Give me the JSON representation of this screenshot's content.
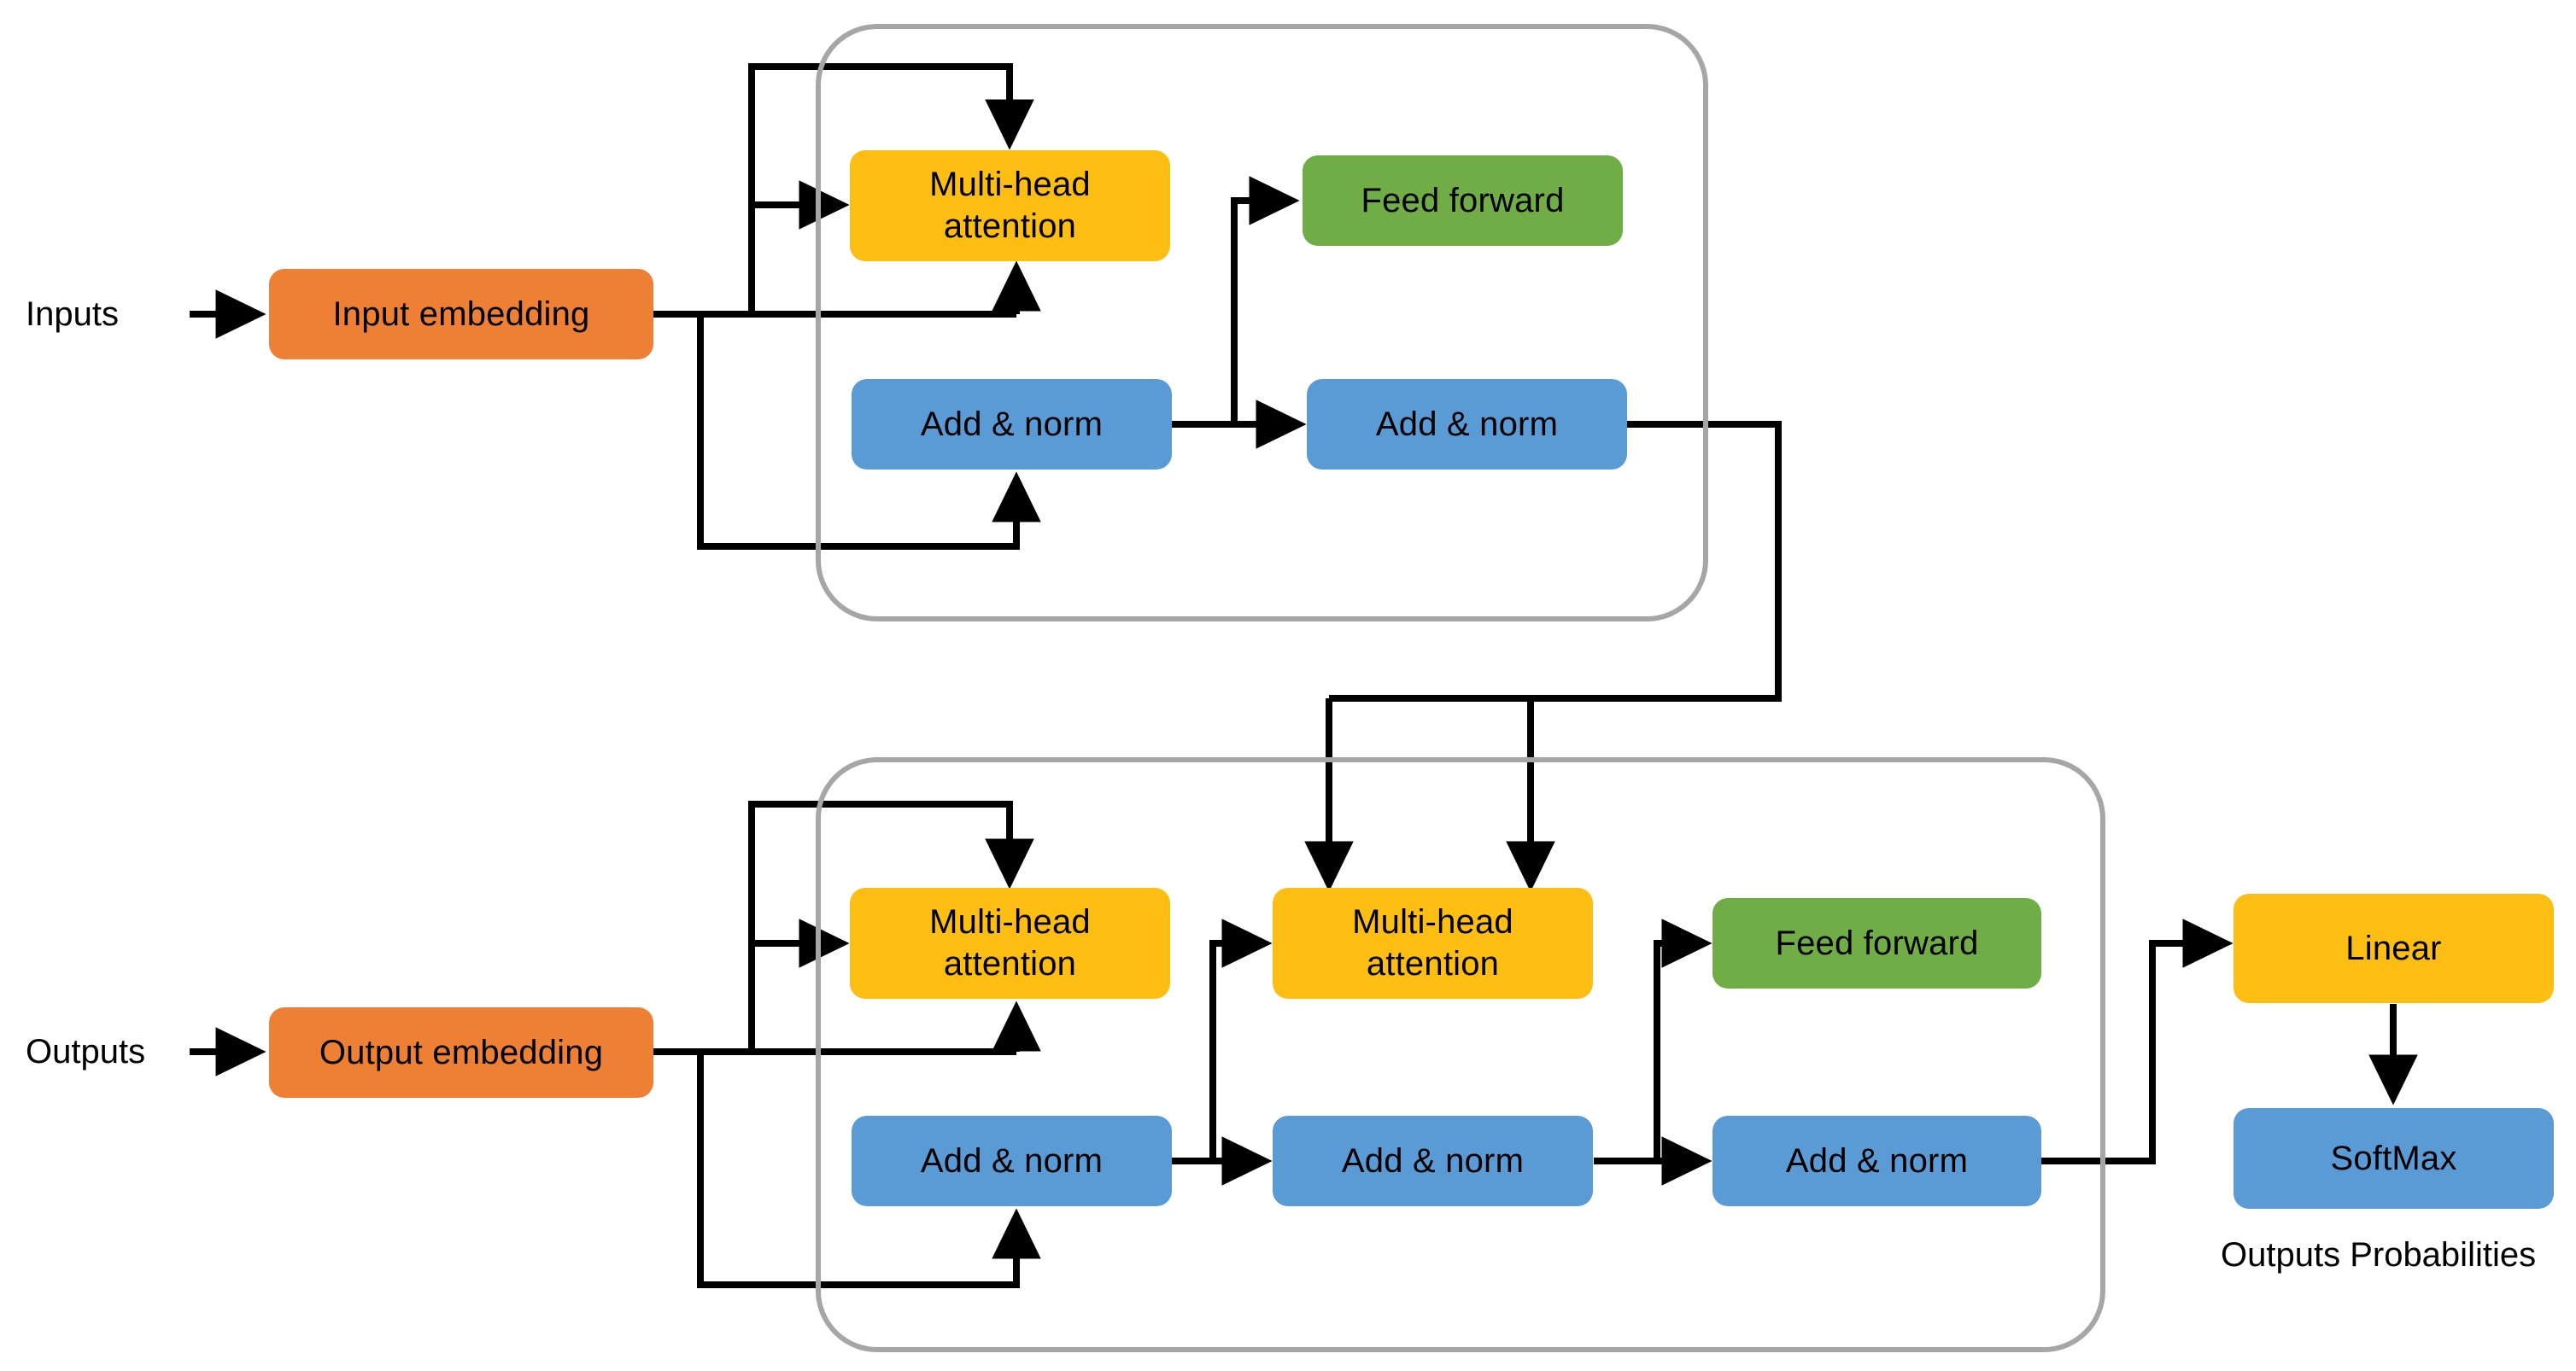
{
  "diagram": {
    "title": "Transformer architecture block diagram",
    "colors": {
      "embedding_orange": "#ED8035",
      "attention_yellow": "#FDBE13",
      "addnorm_blue": "#5B9BD5",
      "feedforward_green": "#70AD47",
      "group_border_gray": "#A6A6A6",
      "wire_black": "#000000",
      "background": "#FFFFFF"
    },
    "labels": {
      "inputs": "Inputs",
      "outputs": "Outputs",
      "outputs_probabilities": "Outputs Probabilities"
    },
    "encoder": {
      "input_embedding": "Input embedding",
      "multi_head_attention": "Multi-head\nattention",
      "add_norm_1": "Add & norm",
      "feed_forward": "Feed forward",
      "add_norm_2": "Add & norm"
    },
    "decoder": {
      "output_embedding": "Output embedding",
      "masked_multi_head_attention": "Multi-head\nattention",
      "add_norm_1": "Add & norm",
      "cross_multi_head_attention": "Multi-head\nattention",
      "add_norm_2": "Add & norm",
      "feed_forward": "Feed forward",
      "add_norm_3": "Add & norm"
    },
    "head": {
      "linear": "Linear",
      "softmax": "SoftMax"
    }
  }
}
